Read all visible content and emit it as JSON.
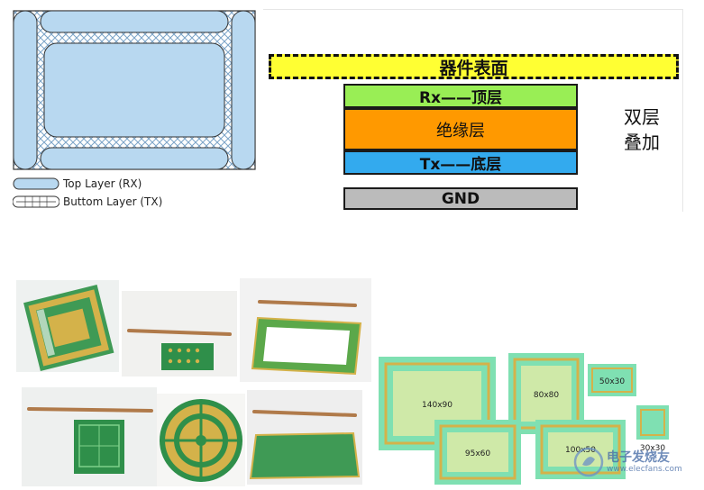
{
  "legend": {
    "top_layer": "Top Layer (RX)",
    "bottom_layer": "Buttom Layer (TX)"
  },
  "stack": {
    "device_surface": "器件表面",
    "rx_layer": "Rx——顶层",
    "insulation": "绝缘层",
    "tx_layer": "Tx——底层",
    "gnd": "GND",
    "side_label_line1": "双层",
    "side_label_line2": "叠加"
  },
  "coil_sizes": [
    "140x90",
    "80x80",
    "50x30",
    "95x60",
    "100x50",
    "30x30"
  ],
  "watermark": {
    "cn": "电子发烧友",
    "url": "www.elecfans.com"
  },
  "colors": {
    "rx_fill": "#b8d8f0",
    "device_surface": "#ffff33",
    "rx_layer": "#99ee55",
    "insulation": "#ff9900",
    "tx_layer": "#33aaee",
    "gnd": "#bbbbbb",
    "pcb_green": "#3f9a55",
    "pcb_gold": "#d4b24a",
    "coil_mint": "#7fe0b2"
  }
}
